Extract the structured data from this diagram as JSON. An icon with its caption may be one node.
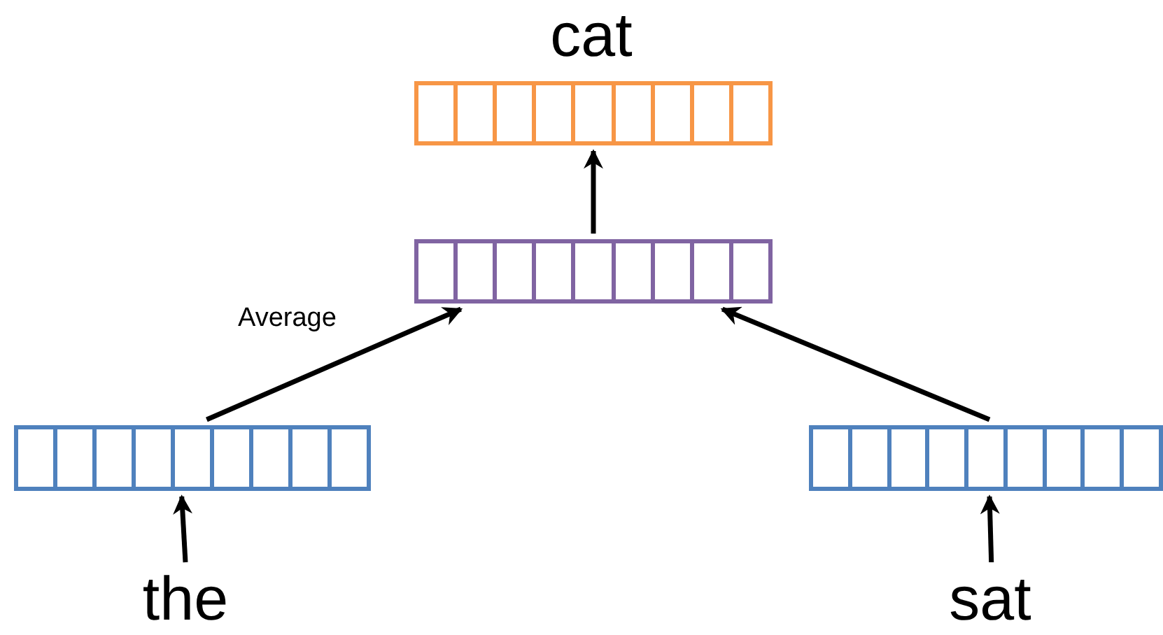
{
  "diagram": {
    "nodes": [
      {
        "text": [
          "cat"
        ]
      },
      {
        "text": [],
        "shape": "bar"
      },
      {
        "text": [],
        "shape": "bar"
      },
      {
        "text": [],
        "shape": "bar"
      },
      {
        "text": [],
        "shape": "bar"
      },
      {
        "text": [
          "the"
        ]
      },
      {
        "text": [
          "sat"
        ]
      }
    ],
    "edges": [
      {
        "from": 2,
        "to": 1,
        "arrow": "to"
      },
      {
        "from": 3,
        "to": 2,
        "arrow": "to",
        "label": "Average"
      },
      {
        "from": 4,
        "to": 2,
        "arrow": "to"
      },
      {
        "from": 5,
        "to": 3,
        "arrow": "to"
      },
      {
        "from": 6,
        "to": 4,
        "arrow": "to"
      }
    ]
  }
}
